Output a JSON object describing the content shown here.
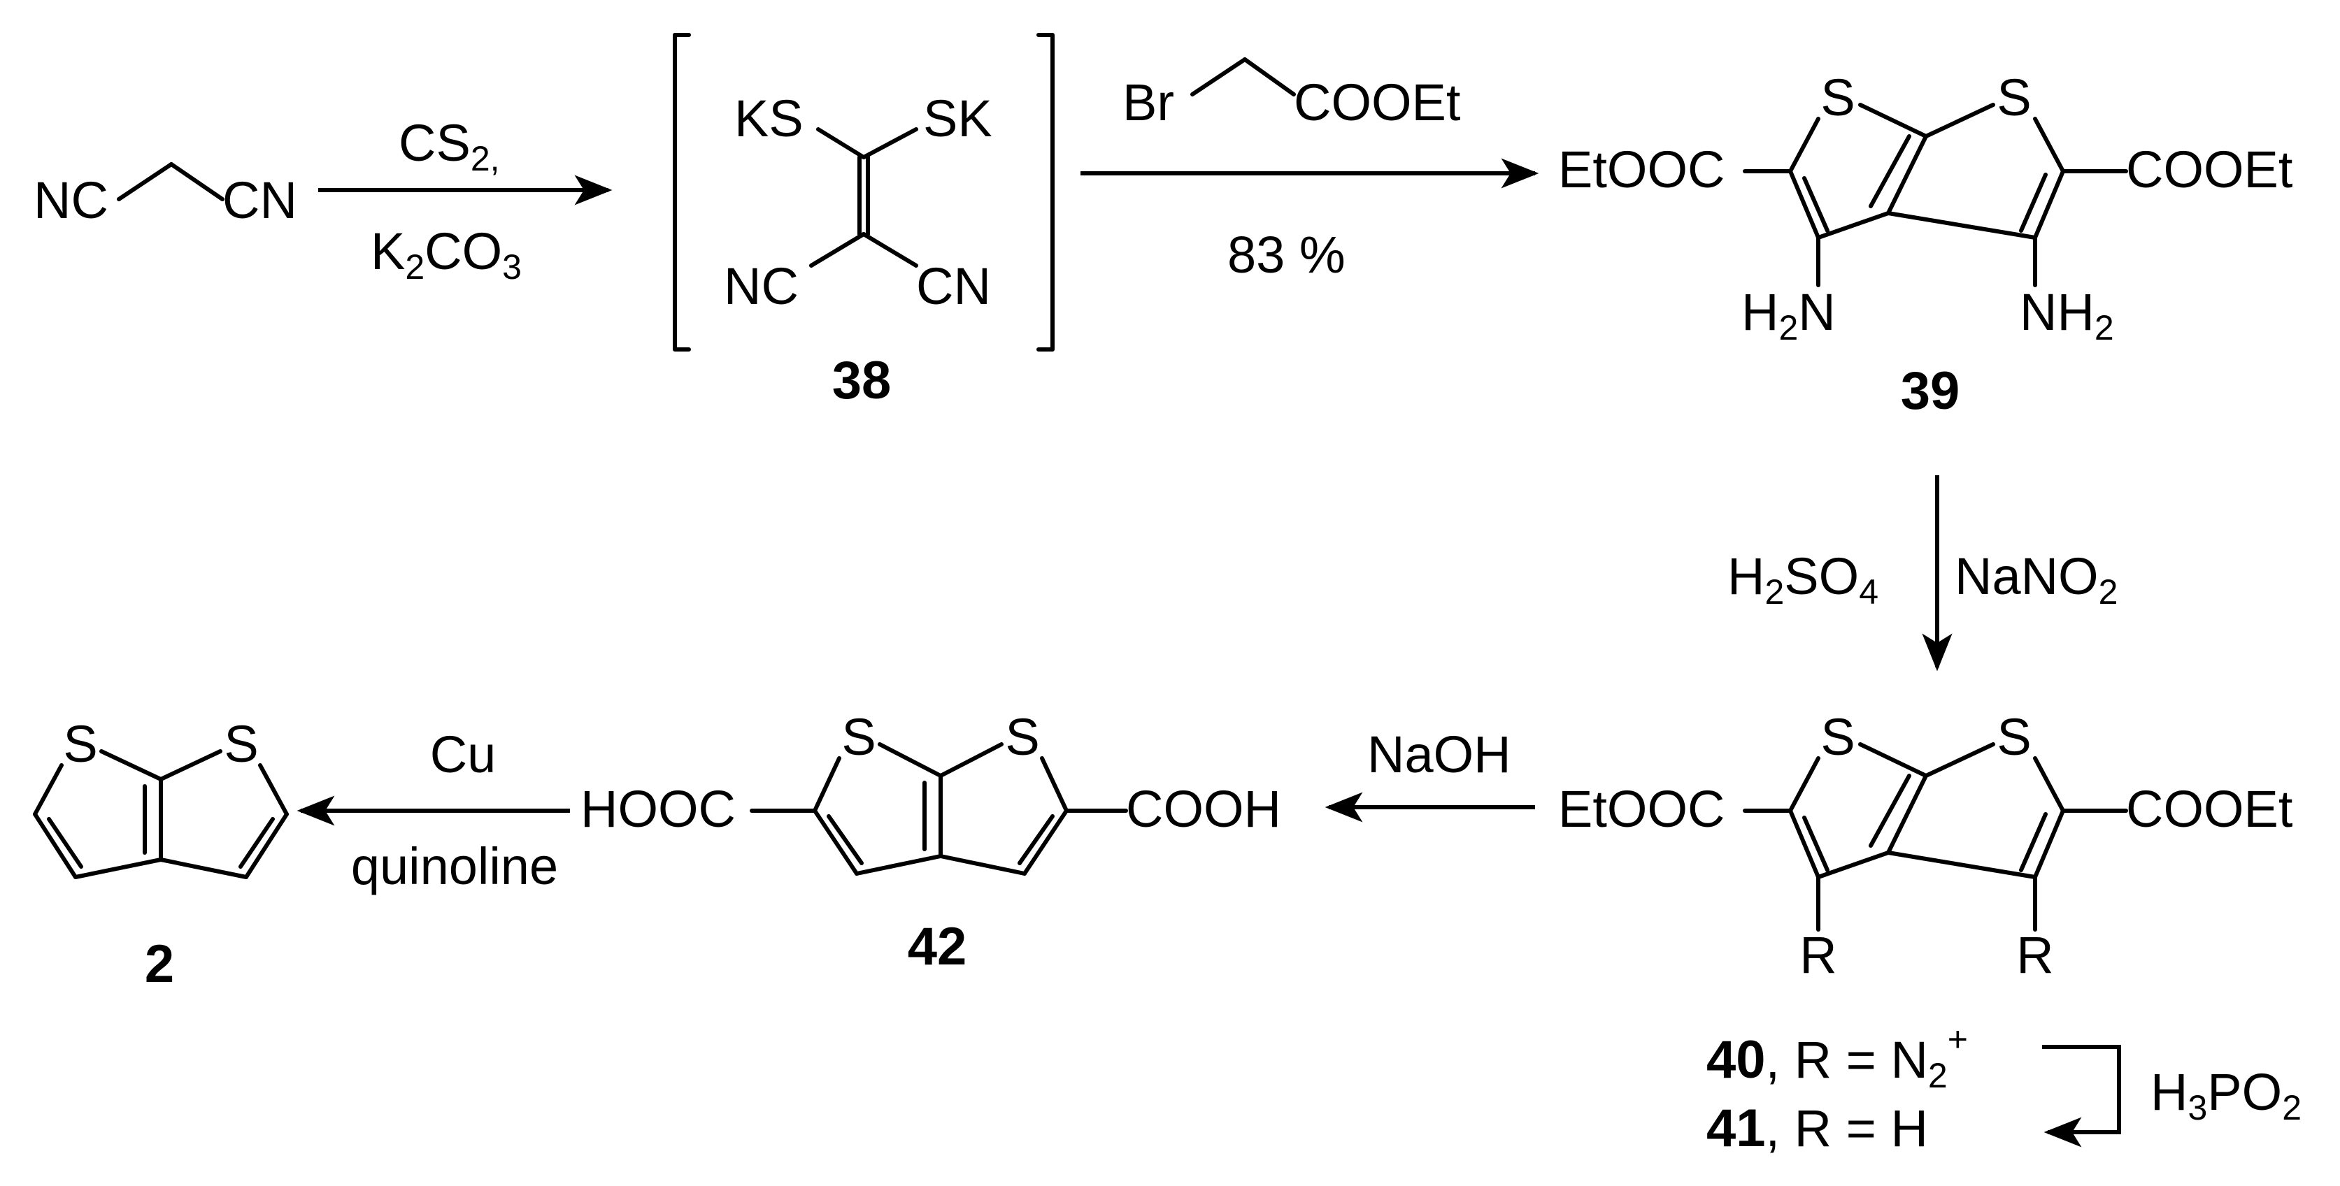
{
  "reactants": {
    "malononitrile": {
      "left": "NC",
      "right": "CN"
    }
  },
  "step1": {
    "reagent_cs2": "CS",
    "reagent_cs2_sub": "2,",
    "reagent_k": "K",
    "reagent_k_sub": "2",
    "reagent_co": "CO",
    "reagent_co_sub": "3"
  },
  "compound38": {
    "number": "38",
    "ks": "KS",
    "sk": "SK",
    "nc": "NC",
    "cn": "CN"
  },
  "step2": {
    "br": "Br",
    "cooet": "COOEt",
    "yield": "83 %"
  },
  "compound39": {
    "number": "39",
    "s1": "S",
    "s2": "S",
    "ester_left": "EtOOC",
    "ester_right": "COOEt",
    "h2n_h": "H",
    "h2n_sub": "2",
    "h2n_n": "N",
    "nh2_nh": "NH",
    "nh2_sub": "2"
  },
  "step3": {
    "h2so4_h": "H",
    "h2so4_sub1": "2",
    "h2so4_so": "SO",
    "h2so4_sub2": "4",
    "nano2_nano": "NaNO",
    "nano2_sub": "2"
  },
  "compound40_41": {
    "s1": "S",
    "s2": "S",
    "ester_left": "EtOOC",
    "ester_right": "COOEt",
    "r_left": "R",
    "r_right": "R",
    "num40": "40",
    "text40": ", R = N",
    "text40_sub": "2",
    "text40_sup": "+",
    "num41": "41",
    "text41": ", R = H",
    "reagent_h": "H",
    "reagent_sub1": "3",
    "reagent_po": "PO",
    "reagent_sub2": "2"
  },
  "step4": {
    "reagent": "NaOH"
  },
  "compound42": {
    "number": "42",
    "s1": "S",
    "s2": "S",
    "acid_left": "HOOC",
    "acid_right": "COOH"
  },
  "step5": {
    "reagent_top": "Cu",
    "reagent_bottom": "quinoline"
  },
  "compound2": {
    "number": "2",
    "s1": "S",
    "s2": "S"
  }
}
